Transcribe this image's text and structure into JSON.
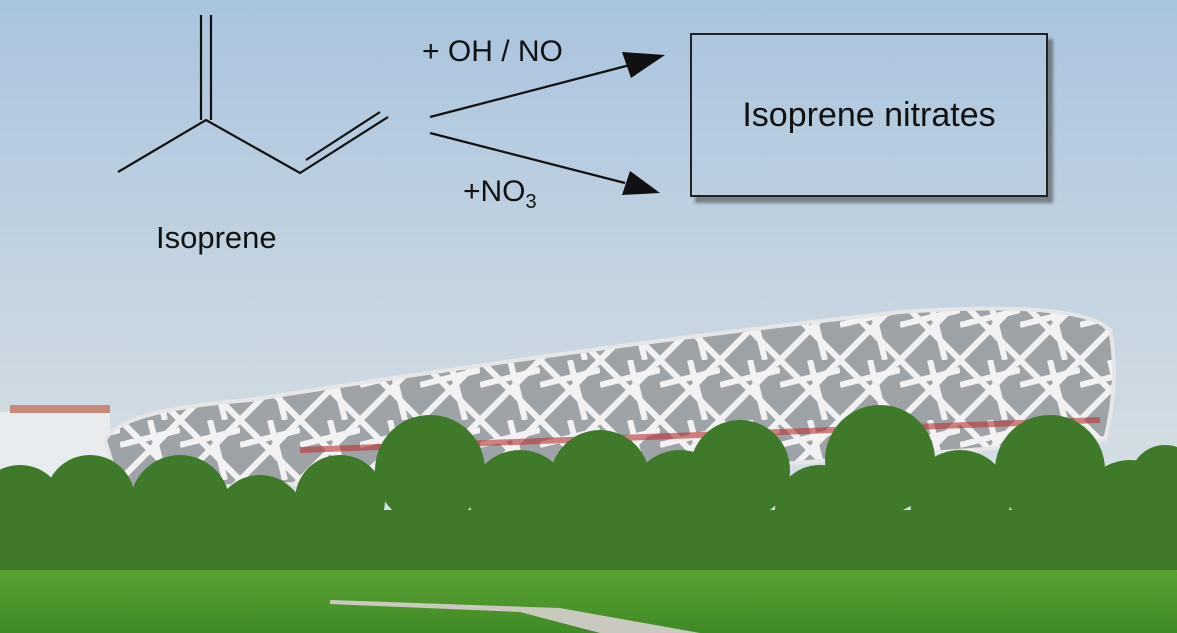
{
  "reaction": {
    "reactant_label": "Isoprene",
    "pathway_1_reagent": "+ OH / NO",
    "pathway_2_reagent_prefix": "+NO",
    "pathway_2_reagent_subscript": "3",
    "product_label": "Isoprene nitrates"
  },
  "colors": {
    "sky_top": "#a9c4de",
    "sky_bottom": "#dce6ea",
    "grass": "#4f9a2e",
    "tree": "#3e7a2a",
    "stadium": "#c8ccd0"
  }
}
